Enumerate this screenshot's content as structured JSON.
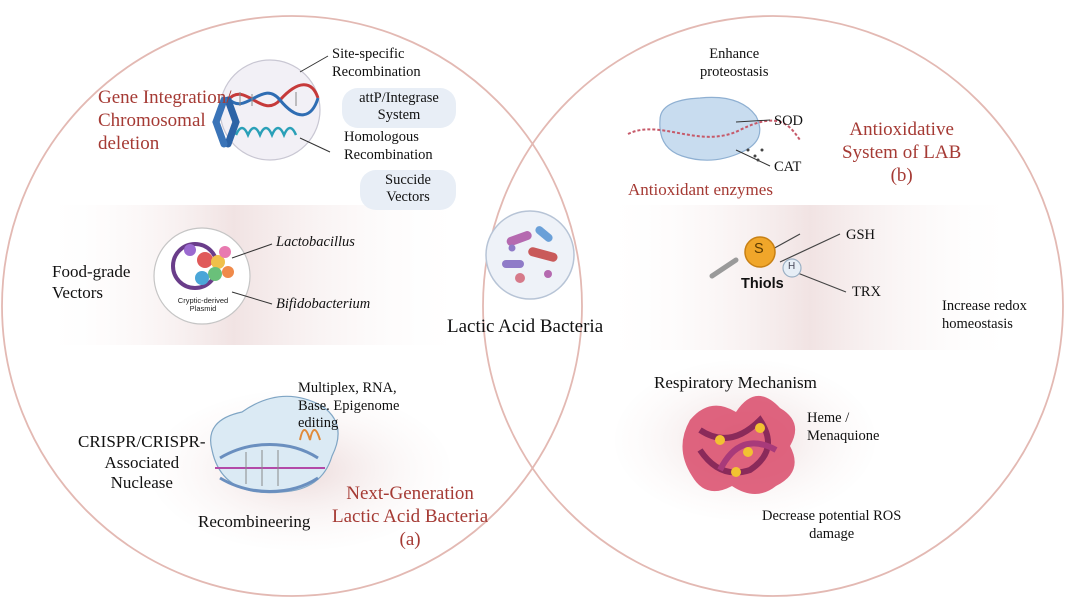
{
  "center": {
    "title": "Lactic Acid Bacteria"
  },
  "left": {
    "panel_label": "Next-Generation\nLactic Acid Bacteria\n(a)",
    "gene_integration": {
      "title": "Gene Integration/\nChromosomal\ndeletion",
      "site_specific": "Site-specific\nRecombination",
      "attp_pill": "attP/Integrase\nSystem",
      "homologous": "Homologous\nRecombination",
      "suicide_pill": "Succide\nVectors"
    },
    "food_grade": {
      "title": "Food-grade\nVectors",
      "plasmid_label": "Cryptic-derived\nPlasmid",
      "lactobacillus": "Lactobacillus",
      "bifidobacterium": "Bifidobacterium"
    },
    "crispr": {
      "title": "CRISPR/CRISPR-\nAssociated\nNuclease",
      "multiplex": "Multiplex, RNA,\nBase. Epigenome\nediting",
      "recombineering": "Recombineering"
    }
  },
  "right": {
    "panel_label": "Antioxidative\nSystem of LAB\n(b)",
    "enzymes": {
      "enhance": "Enhance\nproteostasis",
      "sod": "SOD",
      "cat": "CAT",
      "title": "Antioxidant enzymes"
    },
    "thiols": {
      "s": "S",
      "h": "H",
      "gsh": "GSH",
      "trx": "TRX",
      "label": "Thiols",
      "redox": "Increase redox\nhomeostasis"
    },
    "respiratory": {
      "title": "Respiratory Mechanism",
      "heme": "Heme /\nMenaquione",
      "ros": "Decrease potential ROS\ndamage"
    }
  },
  "colors": {
    "accent_red": "#a53a34",
    "circle_border": "#e3b9b3",
    "pill_bg": "#e8eef6"
  }
}
